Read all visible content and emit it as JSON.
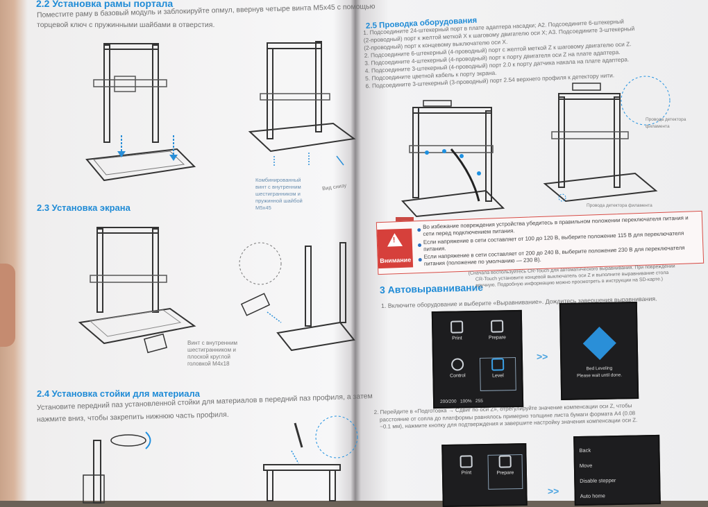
{
  "left_page": {
    "s22": {
      "heading": "2.2 Установка рамы портала",
      "line1": "Поместите раму в базовый модуль и заблокируйте опмул, ввернув четыре винта M5x45 с помощью",
      "line2": "торцевой ключ с пружинными шайбами в отверстия.",
      "callout1": [
        "Комбинированный",
        "винт с внутренним",
        "шестигранником и",
        "пружинной шайбой",
        "M5x45"
      ],
      "callout2": "Вид снизу"
    },
    "s23": {
      "heading": "2.3  Установка экрана",
      "callout": [
        "Винт с внутренним",
        "шестигранником и",
        "плоской круглой",
        "головкой M4x18"
      ]
    },
    "s24": {
      "heading": "2.4 Установка стойки для материала",
      "line1": "Установите передний паз установленной стойки для материалов в передний паз профиля, а затем",
      "line2": "нажмите вниз, чтобы закрепить нижнюю часть профиля."
    }
  },
  "right_page": {
    "s25": {
      "heading": "2.5 Проводка оборудования",
      "lines": [
        "1. Подсоедините 24-штекерный порт в плате адаптера насадки; A2. Подсоедините 6-штекерный",
        "(2-проводный) порт к желтой меткой X к шаговому двигателю оси X; A3. Подсоедините 3-штекерный",
        "(2-проводный) порт к концевому выключателю оси X.",
        "2. Подсоедините 6-штекерный (4-проводный) порт с желтой меткой Z к шаговому двигателю оси Z.",
        "3. Подсоедините 4-штекерный (4-проводный) порт к порту двигателя оси Z на плате адаптера.",
        "4. Подсоедините 3-штекерный (4-проводный) порт 2.0 к порту датчика накала на плате адаптера.",
        "5. Подсоедините цветной кабель к порту экрана.",
        "6. Подсоедините 3-штекерный (3-проводный) порт 2.54 верхнего профиля к детектору нити."
      ],
      "callout_top": [
        "Провода детектора",
        "филамента"
      ],
      "callout_bottom": "Провода детектора филамента"
    },
    "warning": {
      "label": "Внимание",
      "items": [
        "Во избежание повреждения устройства убедитесь в правильном положении переключателя питания и сети перед подключением питания.",
        "Если напряжение в сети составляет от 100 до 120 В, выберите положение 115 В для переключателя питания.",
        "Если напряжение в сети составляет от 200 до 240 В, выберите положение 230 В для переключателя питания (положение по умолчанию — 230 В)."
      ]
    },
    "s3": {
      "heading": "3 Автовыравнивание",
      "note": [
        "(Сначала воспользуйтесь CR-Touch для автоматического выравнивания. При повреждении",
        "CR-Touch установите концевой выключатель оси Z и выполните выравнивание стола",
        "вручную. Подробную информацию можно просмотреть в инструкции на SD-карте.)"
      ],
      "step1": "1. Включите оборудование и выберите «Выравнивание». Дождитесь завершения выравнивания.",
      "step2": [
        "2. Перейдите в «Подготовка → Сдвиг по оси Z», отрегулируйте значение компенсации оси Z, чтобы",
        "расстояние от сопла до платформы равнялось примерно толщине листа бумаги формата A4 (0.08",
        "~0.1 мм), нажмите кнопку для подтверждения и завершите настройку значения компенсации оси Z."
      ]
    },
    "screen1": {
      "tiles": [
        "Print",
        "Prepare",
        "Control",
        "Level"
      ],
      "status": [
        "200/200",
        "100%",
        "255"
      ]
    },
    "screen2": {
      "line1": "Bed Leveling",
      "line2": "Please wait until done."
    },
    "screen3": {
      "tiles": [
        "Print",
        "Prepare"
      ]
    },
    "screen4": {
      "rows": [
        "Back",
        "Move",
        "Disable stepper",
        "Auto home"
      ]
    },
    "chevrons": ">>"
  }
}
